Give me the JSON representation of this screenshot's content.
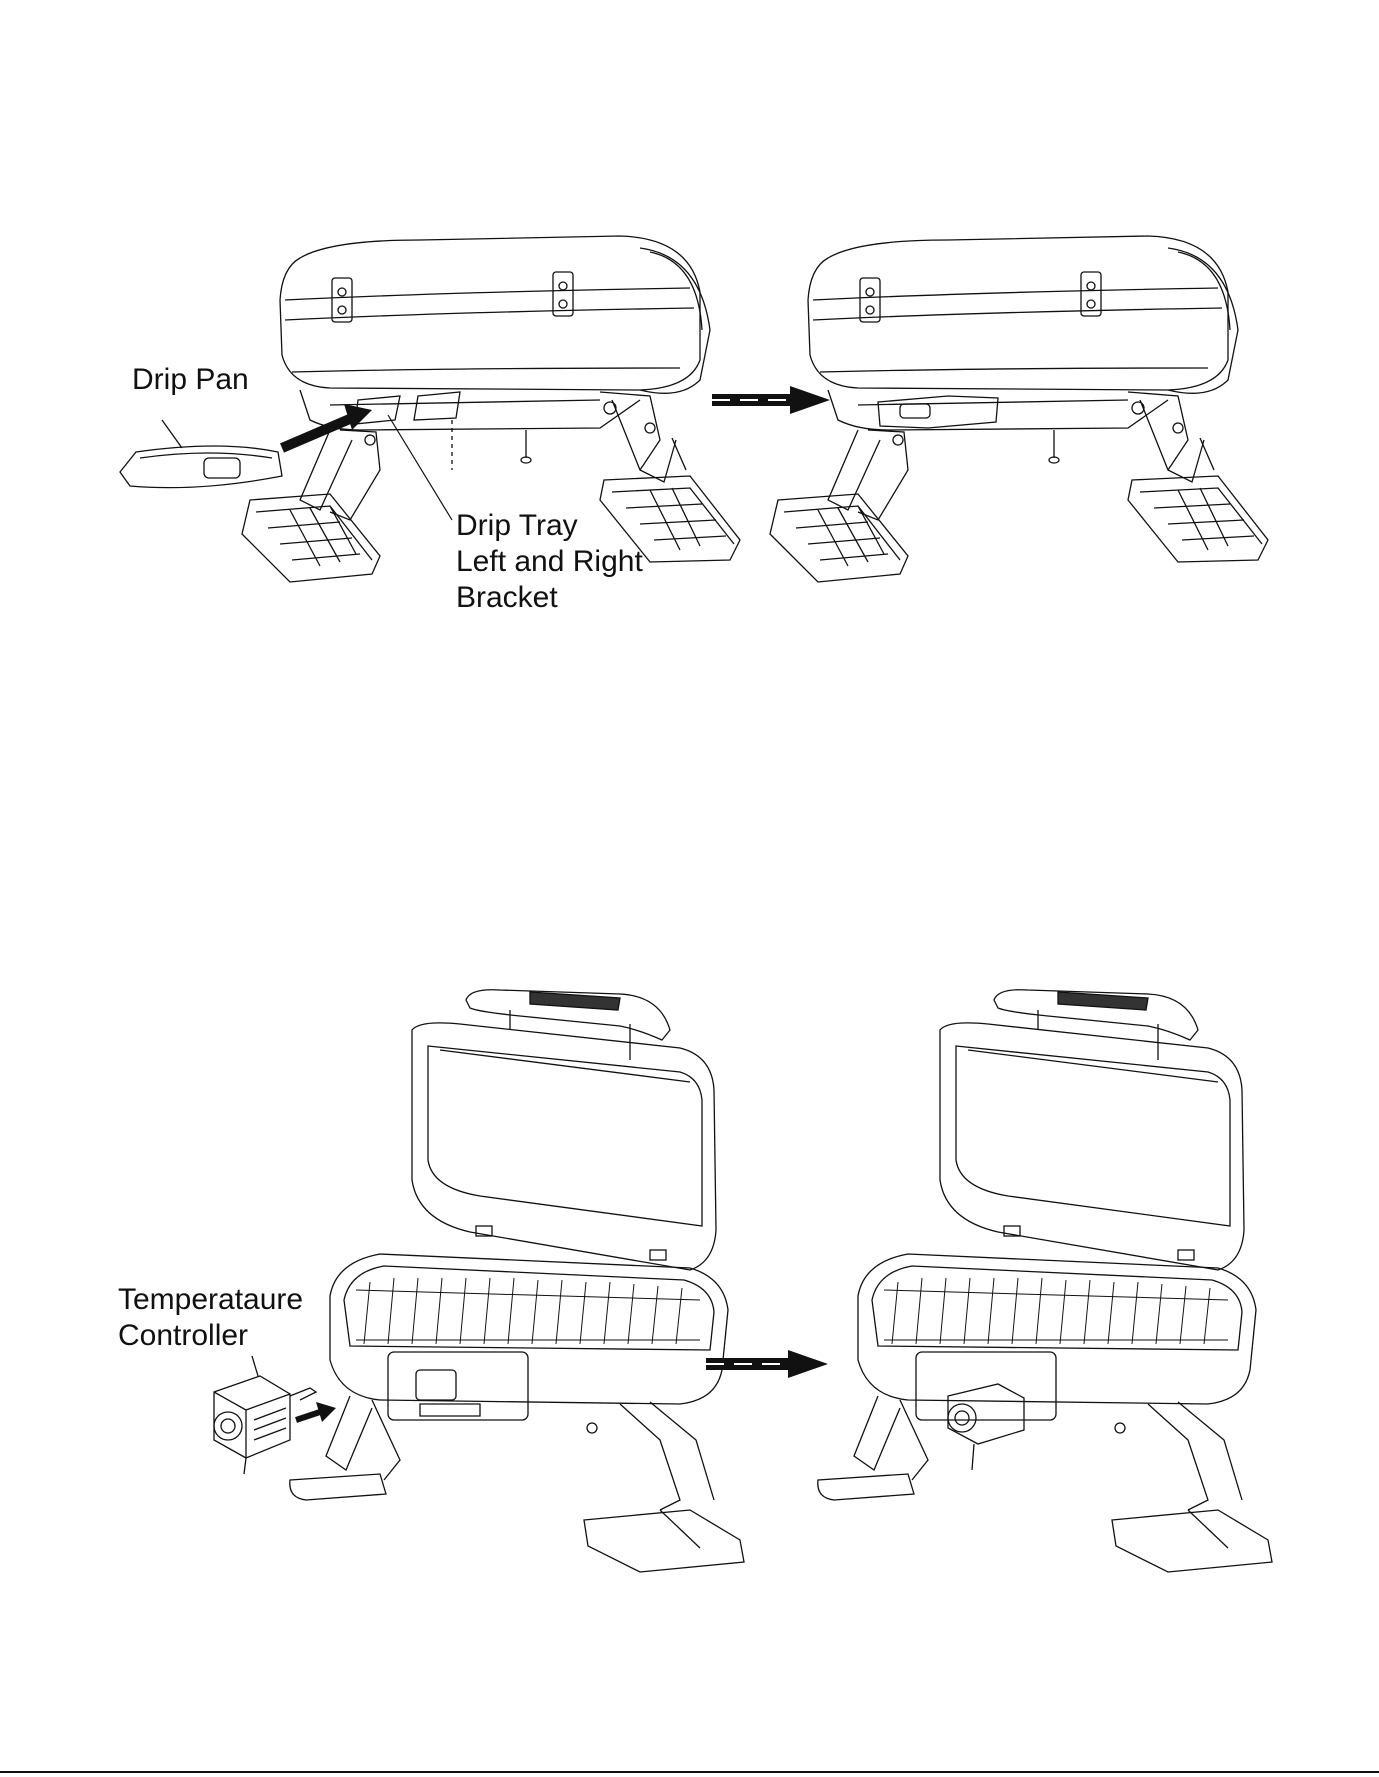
{
  "labels": {
    "drip_pan": "Drip Pan",
    "bracket_line1": "Drip Tray",
    "bracket_line2": "Left and Right",
    "bracket_line3": "Bracket",
    "controller_line1": "Temperataure",
    "controller_line2": "Controller"
  },
  "footer": "",
  "colors": {
    "line": "#111111",
    "background": "#ffffff"
  },
  "icons": [
    "arrow-right-icon"
  ]
}
